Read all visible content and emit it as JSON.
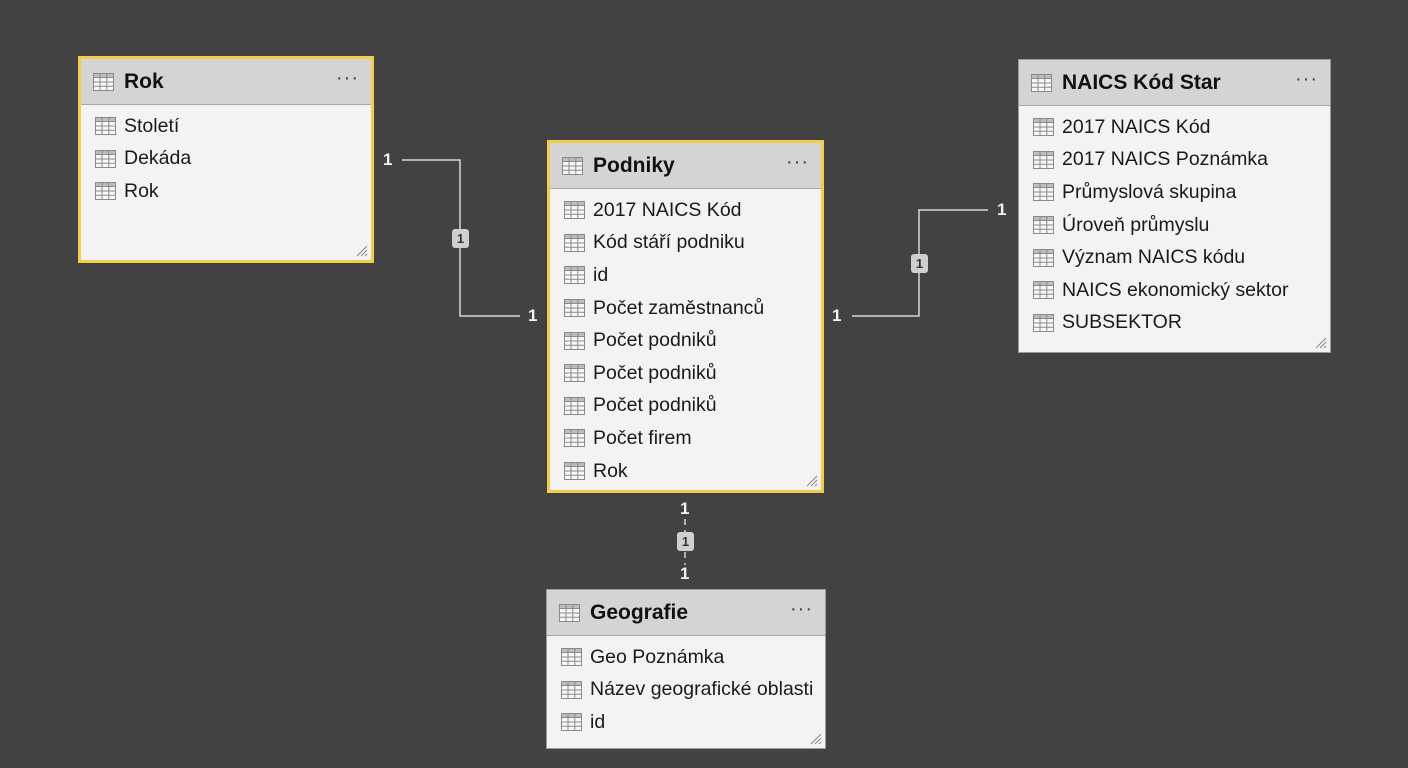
{
  "tables": [
    {
      "id": "rok",
      "name": "Rok",
      "selected": true,
      "fields": [
        "Století",
        "Dekáda",
        "Rok"
      ]
    },
    {
      "id": "podniky",
      "name": "Podniky",
      "selected": true,
      "fields": [
        "2017 NAICS Kód",
        "Kód stáří podniku",
        "id",
        "Počet zaměstnanců",
        "Počet podniků",
        "Počet podniků",
        "Počet podniků",
        "Počet firem",
        "Rok"
      ]
    },
    {
      "id": "naics",
      "name": "NAICS Kód Star",
      "selected": false,
      "fields": [
        "2017 NAICS Kód",
        "2017 NAICS Poznámka",
        "Průmyslová skupina",
        "Úroveň průmyslu",
        "Význam NAICS kódu",
        "NAICS ekonomický sektor",
        "SUBSEKTOR"
      ]
    },
    {
      "id": "geografie",
      "name": "Geografie",
      "selected": false,
      "fields": [
        "Geo Poznámka",
        "Název geografické oblasti",
        "id"
      ]
    }
  ],
  "relationships": [
    {
      "from": "rok",
      "to": "podniky",
      "from_card": "1",
      "to_card": "1",
      "badge": "1"
    },
    {
      "from": "podniky",
      "to": "naics",
      "from_card": "1",
      "to_card": "1",
      "badge": "1"
    },
    {
      "from": "podniky",
      "to": "geografie",
      "from_card": "1",
      "to_card": "1",
      "badge": "1"
    }
  ],
  "ui": {
    "more_label": "···"
  },
  "colors": {
    "background": "#424242",
    "selected_border": "#f2cd4b",
    "line": "#d6d6d6"
  }
}
